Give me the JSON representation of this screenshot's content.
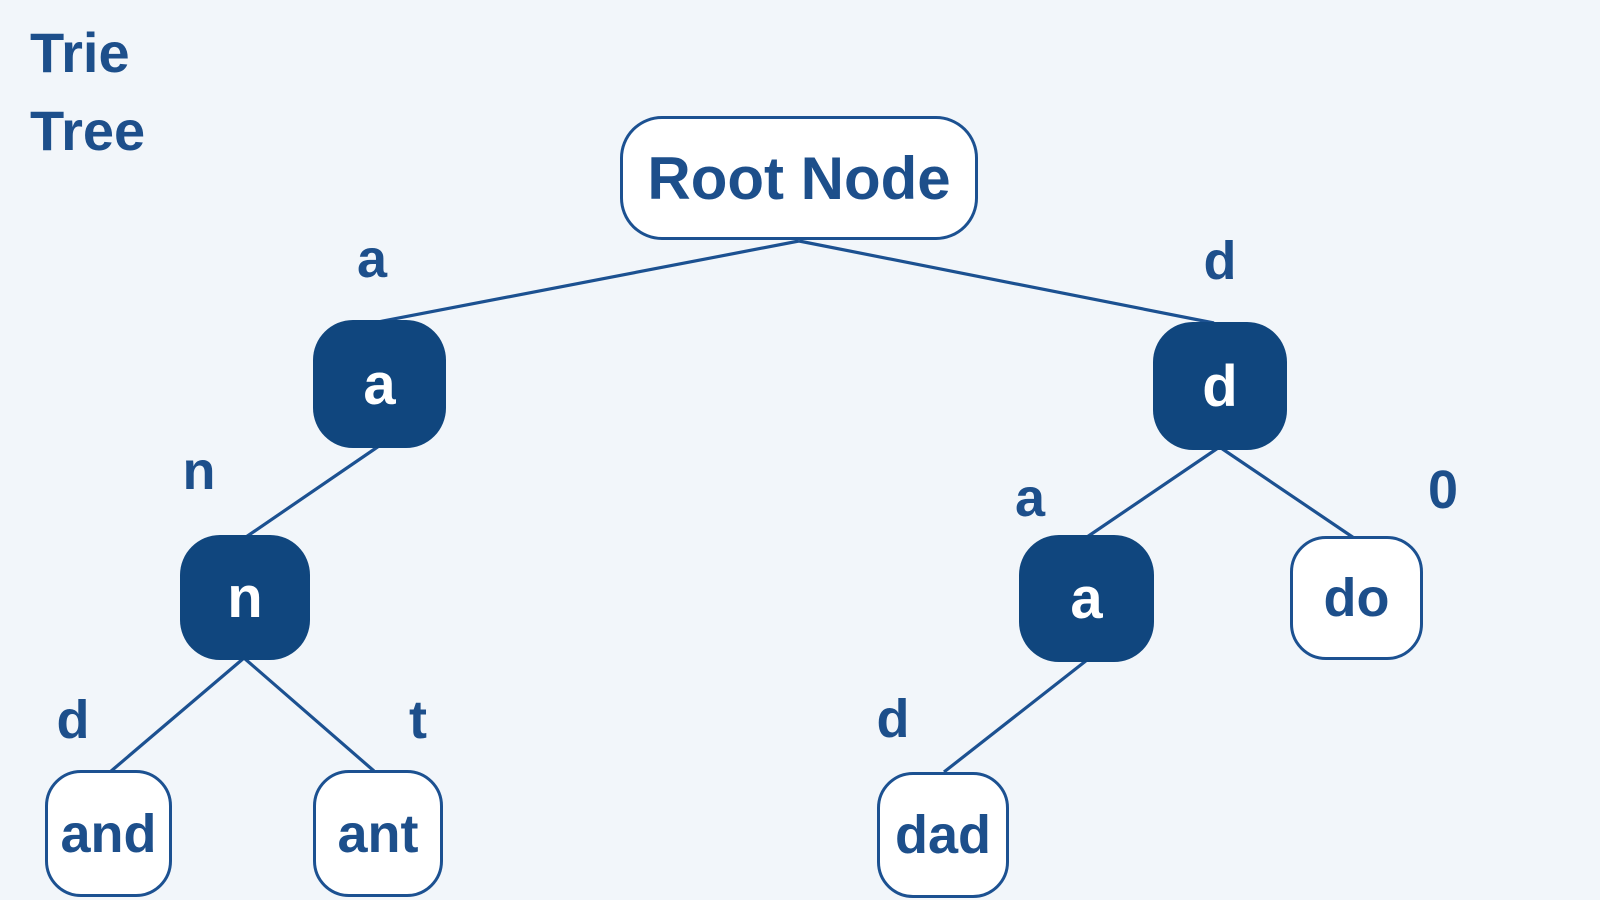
{
  "title": {
    "line1": "Trie",
    "line2": "Tree"
  },
  "colors": {
    "background": "#f2f6fa",
    "node_fill": "#10467e",
    "stroke": "#1c5191",
    "text_navy": "#1d4f8b",
    "node_text_on_fill": "#ffffff"
  },
  "diagram": {
    "type": "trie-tree",
    "nodes": [
      {
        "id": "root",
        "label": "Root Node",
        "style": "outline"
      },
      {
        "id": "a1",
        "label": "a",
        "style": "filled"
      },
      {
        "id": "d1",
        "label": "d",
        "style": "filled"
      },
      {
        "id": "n1",
        "label": "n",
        "style": "filled"
      },
      {
        "id": "and",
        "label": "and",
        "style": "outline"
      },
      {
        "id": "ant",
        "label": "ant",
        "style": "outline"
      },
      {
        "id": "a2",
        "label": "a",
        "style": "filled"
      },
      {
        "id": "do",
        "label": "do",
        "style": "outline"
      },
      {
        "id": "dad",
        "label": "dad",
        "style": "outline"
      }
    ],
    "edges": [
      {
        "from": "root",
        "to": "a1",
        "label": "a"
      },
      {
        "from": "root",
        "to": "d1",
        "label": "d"
      },
      {
        "from": "a1",
        "to": "n1",
        "label": "n"
      },
      {
        "from": "n1",
        "to": "and",
        "label": "d"
      },
      {
        "from": "n1",
        "to": "ant",
        "label": "t"
      },
      {
        "from": "d1",
        "to": "a2",
        "label": "a"
      },
      {
        "from": "d1",
        "to": "do",
        "label": "0"
      },
      {
        "from": "a2",
        "to": "dad",
        "label": "d"
      }
    ]
  }
}
